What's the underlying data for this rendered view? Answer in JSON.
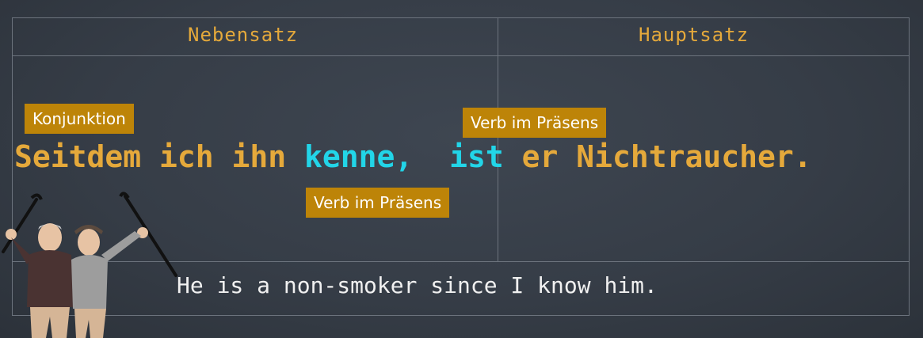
{
  "table": {
    "col1_header": "Nebensatz",
    "col2_header": "Hauptsatz"
  },
  "sentence": {
    "part1": "Seitdem ich ihn ",
    "verb1": "kenne,",
    "space": "  ",
    "verb2": "ist",
    "part2": " er Nichtraucher."
  },
  "labels": {
    "conjunction": "Konjunktion",
    "verb_top": "Verb im Präsens",
    "verb_bottom": "Verb im Präsens"
  },
  "translation": "He is a non-smoker since I know him.",
  "colors": {
    "chalkboard": "#363d47",
    "chalk_orange": "#e5a93b",
    "chalk_cyan": "#22d5e8",
    "label_bg": "#bd8408"
  },
  "illustration": "two-elderly-men-with-canes"
}
